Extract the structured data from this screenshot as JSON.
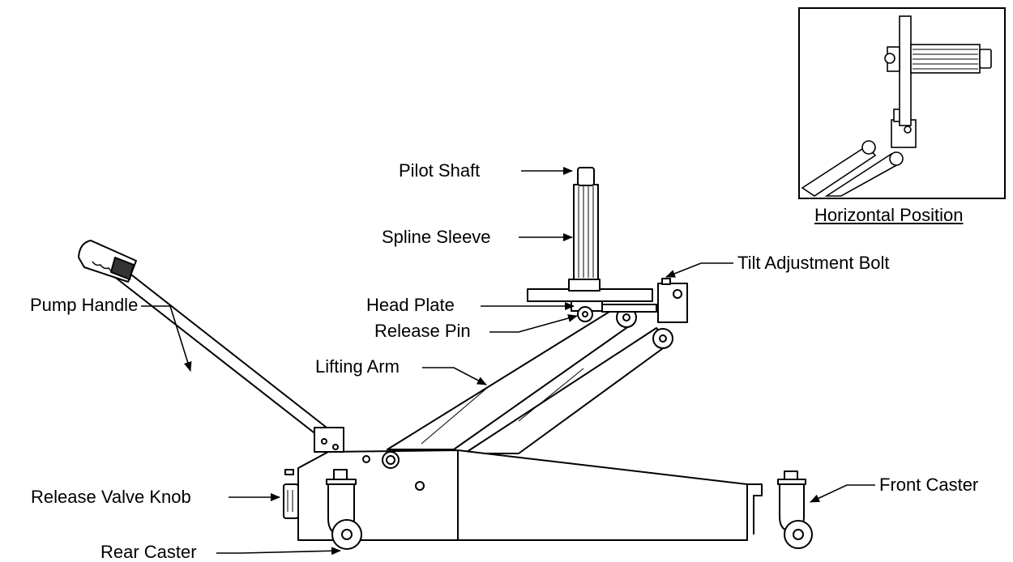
{
  "labels": {
    "pilot_shaft": "Pilot Shaft",
    "spline_sleeve": "Spline Sleeve",
    "tilt_adjustment_bolt": "Tilt Adjustment Bolt",
    "head_plate": "Head Plate",
    "release_pin": "Release Pin",
    "pump_handle": "Pump Handle",
    "lifting_arm": "Lifting Arm",
    "release_valve_knob": "Release Valve Knob",
    "rear_caster": "Rear Caster",
    "front_caster": "Front Caster"
  },
  "inset": {
    "caption": "Horizontal Position"
  }
}
